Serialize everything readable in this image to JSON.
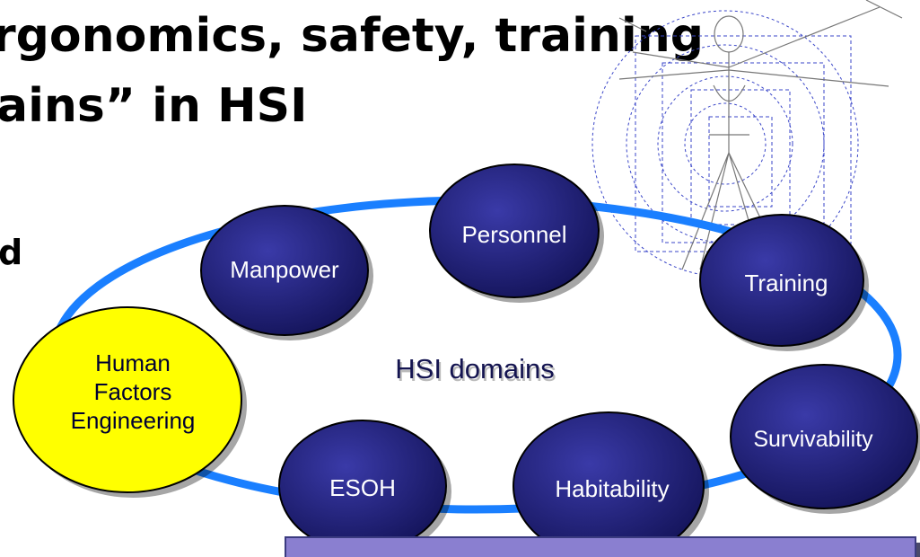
{
  "heading": {
    "line1": "rgonomics, safety, training",
    "line2": "ains” in HSI",
    "bullet_fragment": "d"
  },
  "diagram": {
    "center_label": "HSI domains",
    "domains": [
      {
        "id": "manpower",
        "label": "Manpower"
      },
      {
        "id": "personnel",
        "label": "Personnel"
      },
      {
        "id": "training",
        "label": "Training"
      },
      {
        "id": "human-factors",
        "lines": [
          "Human",
          "Factors",
          "Engineering"
        ]
      },
      {
        "id": "survivability",
        "label": "Survivability"
      },
      {
        "id": "esoh",
        "label": "ESOH"
      },
      {
        "id": "habitability",
        "label": "Habitability"
      }
    ],
    "colors": {
      "ring": "#1a7fff",
      "domain_fill": "#23237a",
      "highlight_fill": "#ffff00",
      "label_box": "#8a7fd0"
    },
    "decoration": "vitruvian-man-sketch"
  }
}
